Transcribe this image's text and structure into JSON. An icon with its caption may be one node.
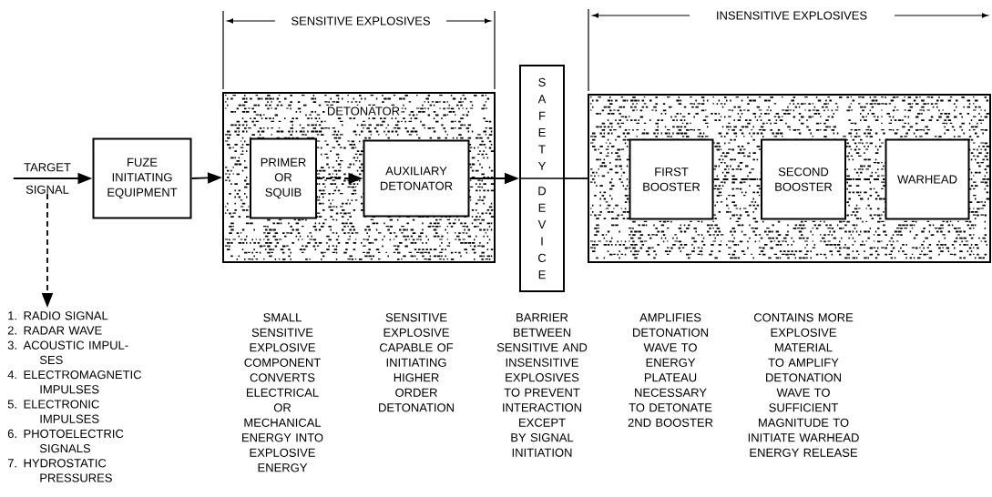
{
  "diagram": {
    "nodes": [
      {
        "text": [
          "TARGET",
          "SIGNAL"
        ]
      },
      {
        "text": [
          "FUZE INITIATING EQUIPMENT"
        ]
      },
      {
        "text": [
          "DETONATOR"
        ]
      },
      {
        "text": [
          "PRIMER OR SQUIB"
        ],
        "in": 2
      },
      {
        "text": [
          "AUXILIARY DETONATOR"
        ],
        "in": 2
      },
      {
        "text": [
          "SAFETY",
          "DEVICE"
        ]
      },
      {
        "text": [],
        "shape": "box"
      },
      {
        "text": [
          "FIRST BOOSTER"
        ],
        "in": 6
      },
      {
        "text": [
          "SECOND BOOSTER"
        ],
        "in": 6
      },
      {
        "text": [
          "WARHEAD"
        ],
        "in": 6
      },
      {
        "text": [
          "1. RADIO SIGNAL",
          "2. RADAR WAVE",
          "3. ACOUSTIC IMPUL- SES",
          "4. ELECTROMAGNETIC IMPULSES",
          "5. ELECTRONIC IMPULSES",
          "6. PHOTOELECTRIC SIGNALS",
          "7. HYDROSTATIC PRESSURES"
        ]
      }
    ],
    "edges": [
      {
        "from": 0,
        "to": 1,
        "arrow": "to"
      },
      {
        "from": 0,
        "to": 10,
        "arrow": "to",
        "style": "dashed"
      },
      {
        "from": 1,
        "to": 2,
        "arrow": "to"
      },
      {
        "from": 3,
        "to": 4,
        "arrow": "to",
        "style": "dashed"
      },
      {
        "from": 4,
        "to": 5,
        "arrow": "to"
      },
      {
        "from": 5,
        "to": 6,
        "arrow": "none"
      },
      {
        "from": 7,
        "to": 8,
        "arrow": "none",
        "style": "dashed"
      },
      {
        "from": 8,
        "to": 9,
        "arrow": "none",
        "style": "dashed"
      }
    ],
    "labels": [
      "SENSITIVE EXPLOSIVES",
      "INSENSITIVE EXPLOSIVES",
      "SMALL SENSITIVE EXPLOSIVE COMPONENT CONVERTS ELECTRICAL OR MECHANICAL ENERGY INTO EXPLOSIVE ENERGY",
      "SENSITIVE EXPLOSIVE CAPABLE OF INITIATING HIGHER ORDER DETONATION",
      "BARRIER BETWEEN SENSITIVE AND INSENSITIVE EXPLOSIVES TO PREVENT INTERACTION EXCEPT BY SIGNAL INITIATION",
      "AMPLIFIES DETONATION WAVE TO ENERGY PLATEAU NECESSARY TO DETONATE 2ND BOOSTER",
      "CONTAINS MORE EXPLOSIVE MATERIAL TO AMPLIFY DETONATION WAVE TO SUFFICIENT MAGNITUDE TO INITIATE WARHEAD ENERGY RELEASE"
    ]
  }
}
